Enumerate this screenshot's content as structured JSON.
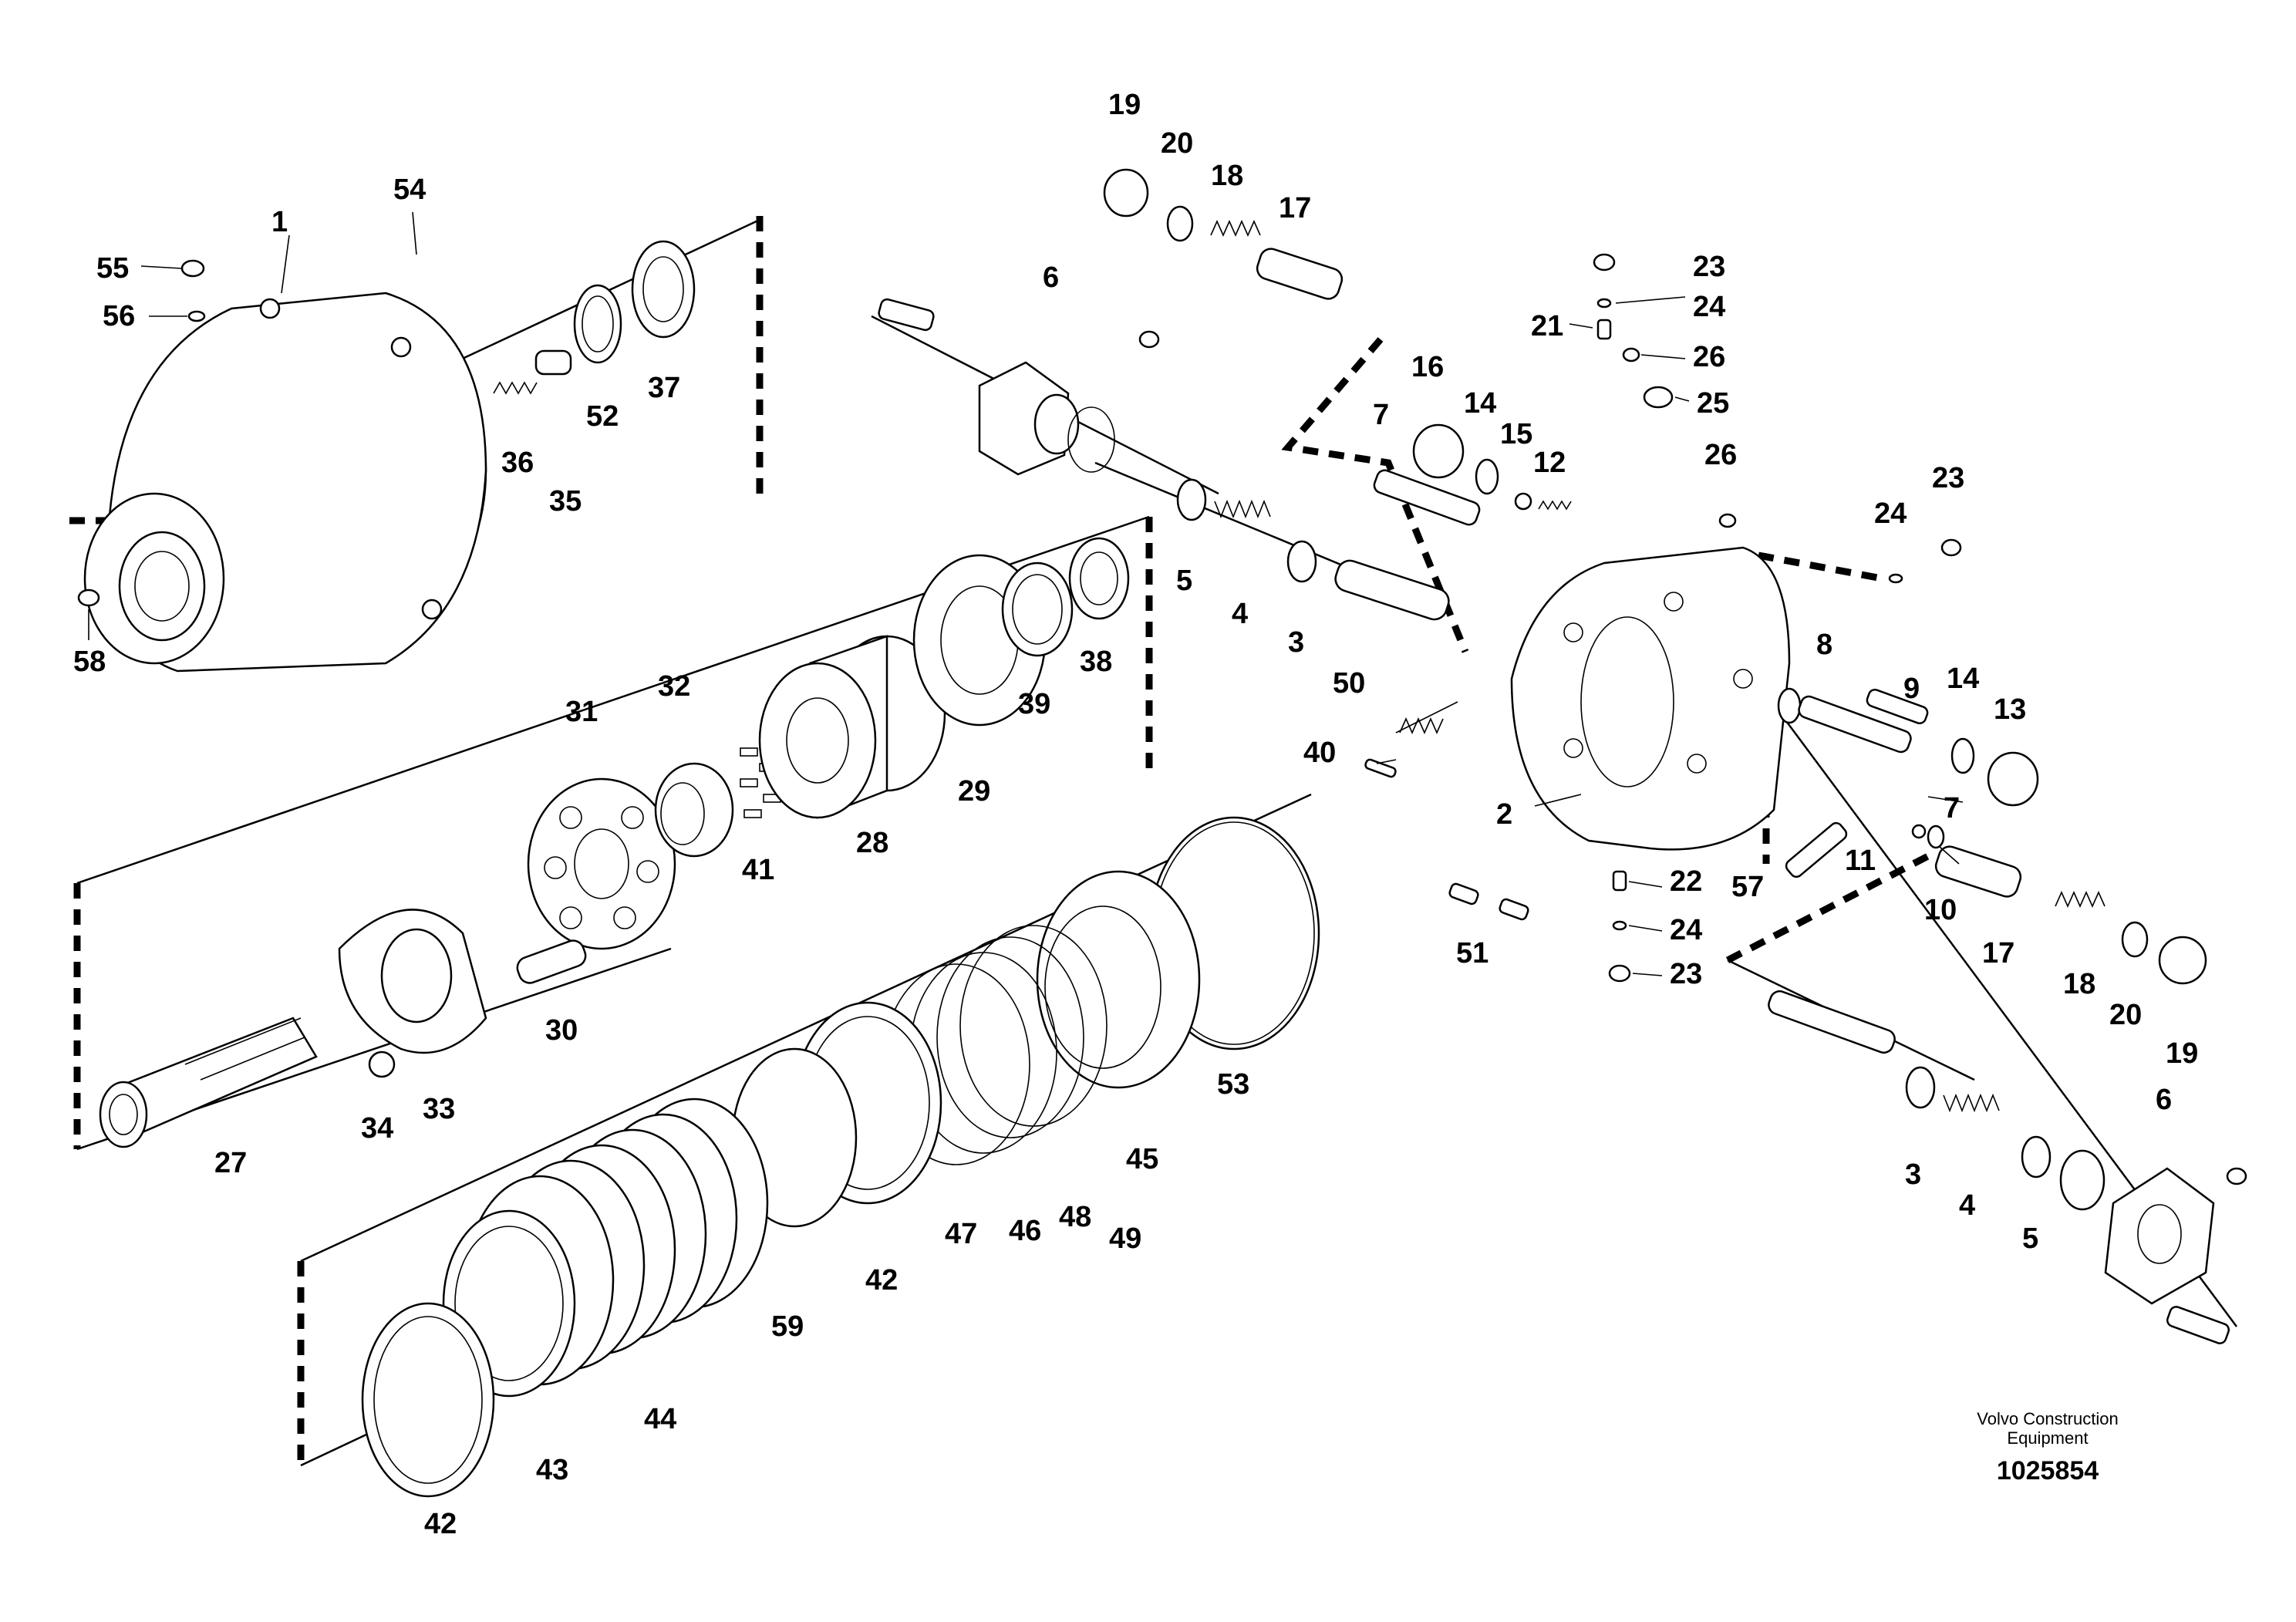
{
  "brand": {
    "line1": "Volvo Construction",
    "line2": "Equipment"
  },
  "document_number": "1025854",
  "callouts": [
    {
      "id": "c1",
      "label": "1"
    },
    {
      "id": "c2",
      "label": "2"
    },
    {
      "id": "c3a",
      "label": "3"
    },
    {
      "id": "c3b",
      "label": "3"
    },
    {
      "id": "c4a",
      "label": "4"
    },
    {
      "id": "c4b",
      "label": "4"
    },
    {
      "id": "c5a",
      "label": "5"
    },
    {
      "id": "c5b",
      "label": "5"
    },
    {
      "id": "c6a",
      "label": "6"
    },
    {
      "id": "c6b",
      "label": "6"
    },
    {
      "id": "c7a",
      "label": "7"
    },
    {
      "id": "c7b",
      "label": "7"
    },
    {
      "id": "c8",
      "label": "8"
    },
    {
      "id": "c9",
      "label": "9"
    },
    {
      "id": "c10",
      "label": "10"
    },
    {
      "id": "c11",
      "label": "11"
    },
    {
      "id": "c12",
      "label": "12"
    },
    {
      "id": "c13",
      "label": "13"
    },
    {
      "id": "c14a",
      "label": "14"
    },
    {
      "id": "c14b",
      "label": "14"
    },
    {
      "id": "c15",
      "label": "15"
    },
    {
      "id": "c16",
      "label": "16"
    },
    {
      "id": "c17a",
      "label": "17"
    },
    {
      "id": "c17b",
      "label": "17"
    },
    {
      "id": "c18a",
      "label": "18"
    },
    {
      "id": "c18b",
      "label": "18"
    },
    {
      "id": "c19a",
      "label": "19"
    },
    {
      "id": "c19b",
      "label": "19"
    },
    {
      "id": "c20a",
      "label": "20"
    },
    {
      "id": "c20b",
      "label": "20"
    },
    {
      "id": "c21",
      "label": "21"
    },
    {
      "id": "c22",
      "label": "22"
    },
    {
      "id": "c23a",
      "label": "23"
    },
    {
      "id": "c23b",
      "label": "23"
    },
    {
      "id": "c23c",
      "label": "23"
    },
    {
      "id": "c24a",
      "label": "24"
    },
    {
      "id": "c24b",
      "label": "24"
    },
    {
      "id": "c24c",
      "label": "24"
    },
    {
      "id": "c25",
      "label": "25"
    },
    {
      "id": "c26a",
      "label": "26"
    },
    {
      "id": "c26b",
      "label": "26"
    },
    {
      "id": "c27",
      "label": "27"
    },
    {
      "id": "c28",
      "label": "28"
    },
    {
      "id": "c29",
      "label": "29"
    },
    {
      "id": "c30",
      "label": "30"
    },
    {
      "id": "c31",
      "label": "31"
    },
    {
      "id": "c32",
      "label": "32"
    },
    {
      "id": "c33",
      "label": "33"
    },
    {
      "id": "c34",
      "label": "34"
    },
    {
      "id": "c35",
      "label": "35"
    },
    {
      "id": "c36",
      "label": "36"
    },
    {
      "id": "c37",
      "label": "37"
    },
    {
      "id": "c38",
      "label": "38"
    },
    {
      "id": "c39",
      "label": "39"
    },
    {
      "id": "c40",
      "label": "40"
    },
    {
      "id": "c41",
      "label": "41"
    },
    {
      "id": "c42a",
      "label": "42"
    },
    {
      "id": "c42b",
      "label": "42"
    },
    {
      "id": "c43",
      "label": "43"
    },
    {
      "id": "c44",
      "label": "44"
    },
    {
      "id": "c45",
      "label": "45"
    },
    {
      "id": "c46",
      "label": "46"
    },
    {
      "id": "c47",
      "label": "47"
    },
    {
      "id": "c48",
      "label": "48"
    },
    {
      "id": "c49",
      "label": "49"
    },
    {
      "id": "c50",
      "label": "50"
    },
    {
      "id": "c51",
      "label": "51"
    },
    {
      "id": "c52",
      "label": "52"
    },
    {
      "id": "c53",
      "label": "53"
    },
    {
      "id": "c54",
      "label": "54"
    },
    {
      "id": "c55",
      "label": "55"
    },
    {
      "id": "c56",
      "label": "56"
    },
    {
      "id": "c57",
      "label": "57"
    },
    {
      "id": "c58",
      "label": "58"
    },
    {
      "id": "c59",
      "label": "59"
    }
  ]
}
